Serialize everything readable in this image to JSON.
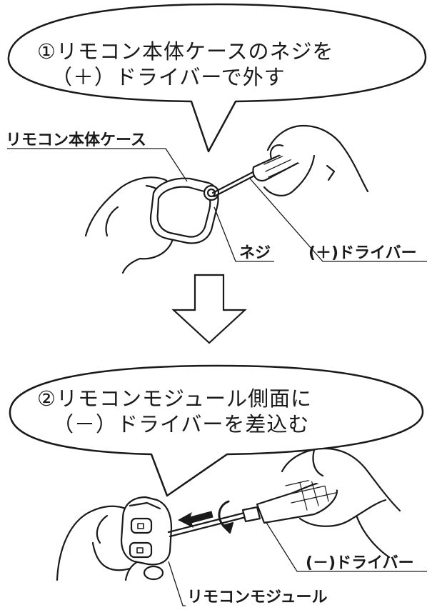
{
  "step1": {
    "line1": "①リモコン本体ケースのネジを",
    "line2": "（＋）ドライバーで外す"
  },
  "labels": {
    "case": "リモコン本体ケース",
    "screw": "ネジ",
    "plus_driver": "(＋)ドライバー"
  },
  "step2": {
    "line1": "②リモコンモジュール側面に",
    "line2": "（－）ドライバーを差込む"
  },
  "labels2": {
    "minus_driver": "(－)ドライバー",
    "module": "リモコンモジュール"
  },
  "colors": {
    "ink": "#1a1a1a",
    "fill": "#ffffff"
  }
}
